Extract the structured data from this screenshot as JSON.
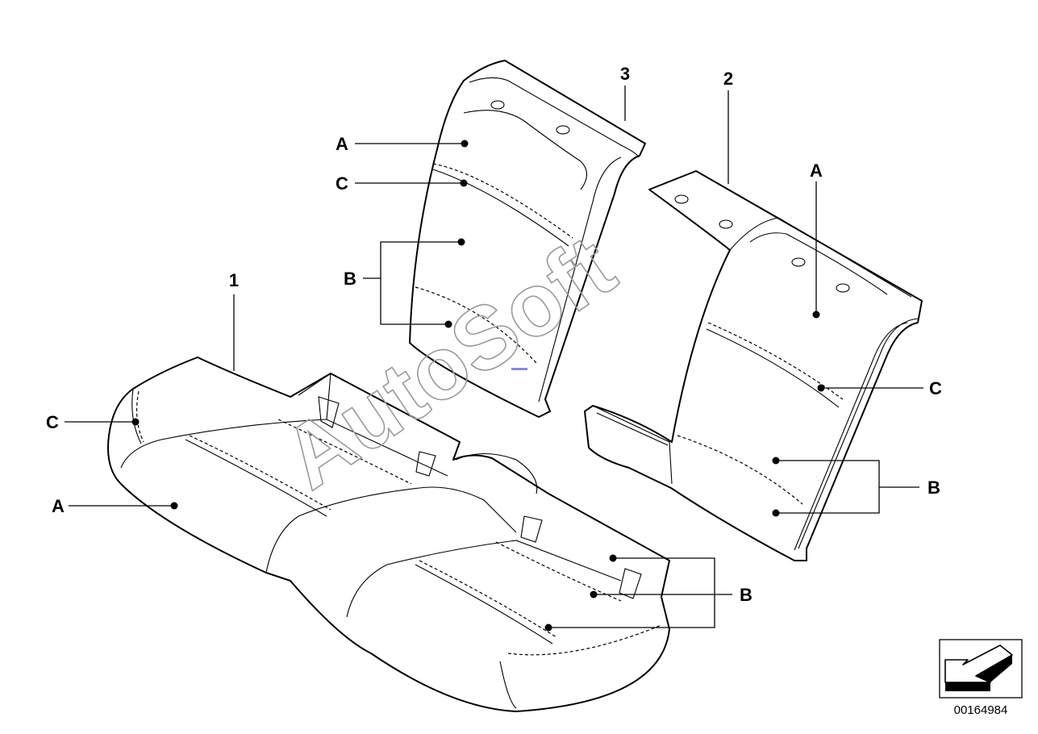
{
  "diagram": {
    "part_numbers": {
      "seat_cushion": "1",
      "backrest_right": "2",
      "backrest_left": "3"
    },
    "letters": {
      "a": "A",
      "b": "B",
      "c": "C"
    },
    "watermark": "AutoSoft",
    "diagram_id": "00164984"
  },
  "icons": {
    "nav_arrow": "arrow-icon"
  }
}
